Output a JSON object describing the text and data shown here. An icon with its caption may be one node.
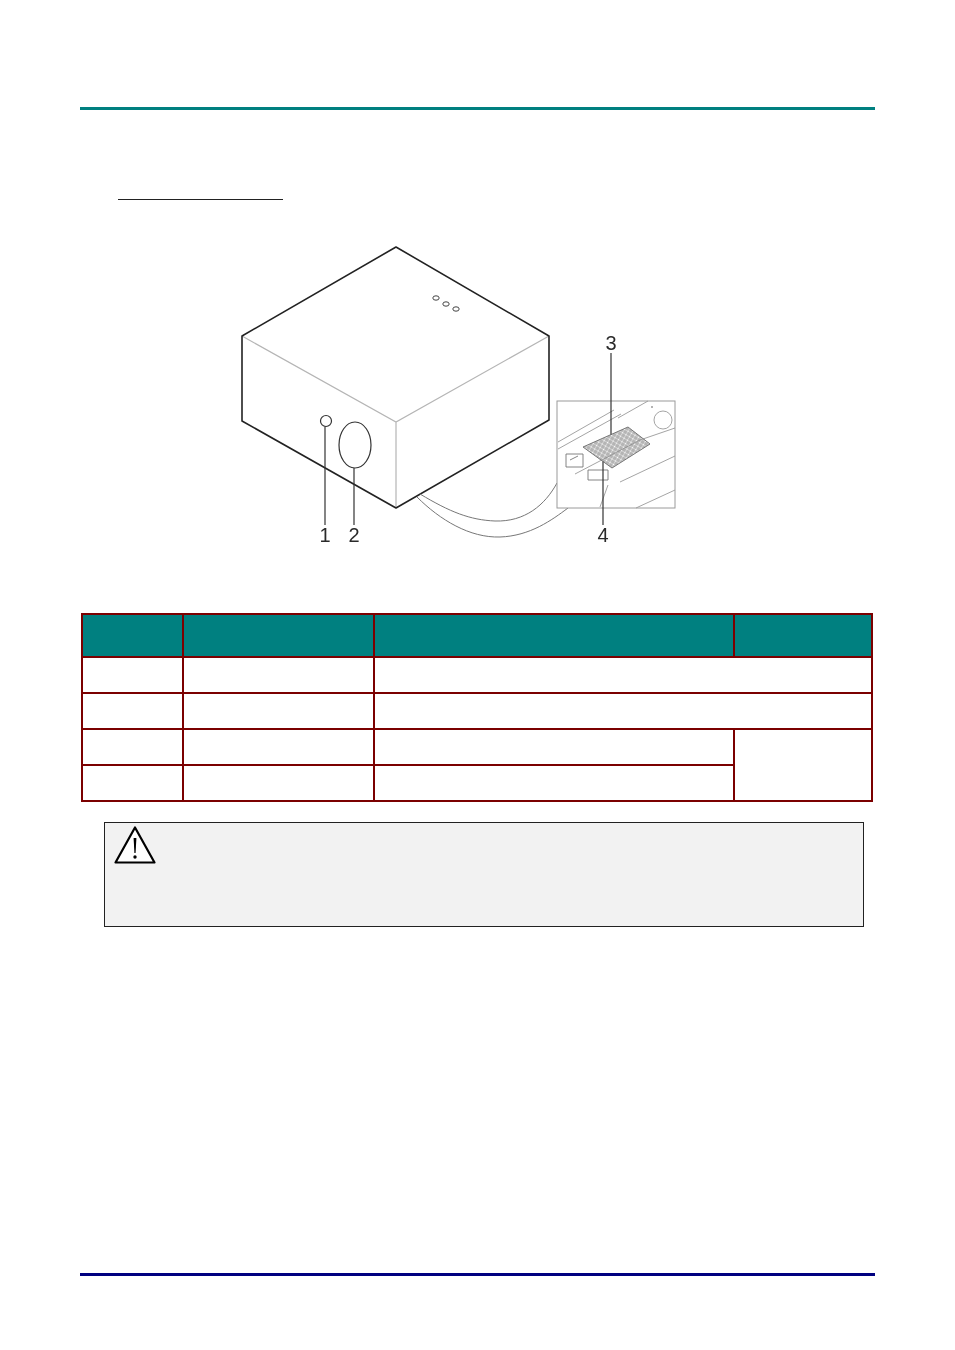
{
  "diagram": {
    "nodes": [
      {
        "text": [
          "1"
        ]
      },
      {
        "text": [],
        "shape": "circle"
      },
      {
        "text": [
          "2"
        ]
      },
      {
        "text": [],
        "shape": "circle"
      },
      {
        "text": [
          "3"
        ]
      },
      {
        "text": [],
        "shape": "box"
      },
      {
        "text": [
          "4"
        ]
      }
    ],
    "edges": [
      {
        "from": 0,
        "to": 1,
        "arrow": "none"
      },
      {
        "from": 2,
        "to": 3,
        "arrow": "none"
      },
      {
        "from": 4,
        "to": 5,
        "arrow": "none"
      },
      {
        "from": 6,
        "to": 5,
        "arrow": "none"
      }
    ]
  }
}
